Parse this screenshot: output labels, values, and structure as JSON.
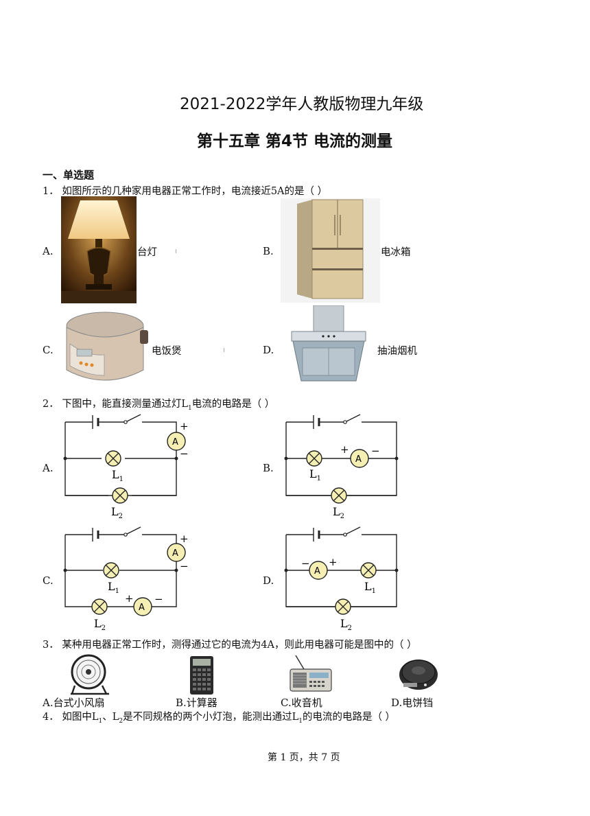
{
  "header": {
    "title": "2021-2022学年人教版物理九年级",
    "subtitle": "第十五章 第4节 电流的测量"
  },
  "section": {
    "label": "一、单选题"
  },
  "q1": {
    "text": "1．  如图所示的几种家用电器正常工作时，电流接近5A的是（          ）",
    "options": [
      {
        "letter": "A.",
        "label": "台灯"
      },
      {
        "letter": "B.",
        "label": "电冰箱"
      },
      {
        "letter": "C.",
        "label": "电饭煲"
      },
      {
        "letter": "D.",
        "label": "抽油烟机"
      }
    ]
  },
  "q2": {
    "text_pre": "2．  下图中，能直接测量通过灯L",
    "text_sub": "1",
    "text_post": "电流的电路是（          ）",
    "options": [
      "A.",
      "B.",
      "C.",
      "D."
    ],
    "labels": {
      "lamp": "L",
      "s1": "1",
      "s2": "2",
      "ammeter": "A",
      "plus": "+",
      "minus": "−"
    }
  },
  "q3": {
    "text": "3．  某种用电器正常工作时，测得通过它的电流为4A，则此用电器可能是图中的（          ）",
    "options": [
      {
        "label": "A.台式小风扇"
      },
      {
        "label": "B.计算器"
      },
      {
        "label": "C.收音机"
      },
      {
        "label": "D.电饼铛"
      }
    ]
  },
  "q4": {
    "t1": "4．  如图中L",
    "s1": "1",
    "t2": "、L",
    "s2": "2",
    "t3": "是不同规格的两个小灯泡，能测出通过L",
    "s3": "1",
    "t4": "的电流的电路是（          ）"
  },
  "footer": {
    "text": "第 1 页，共 7 页"
  }
}
